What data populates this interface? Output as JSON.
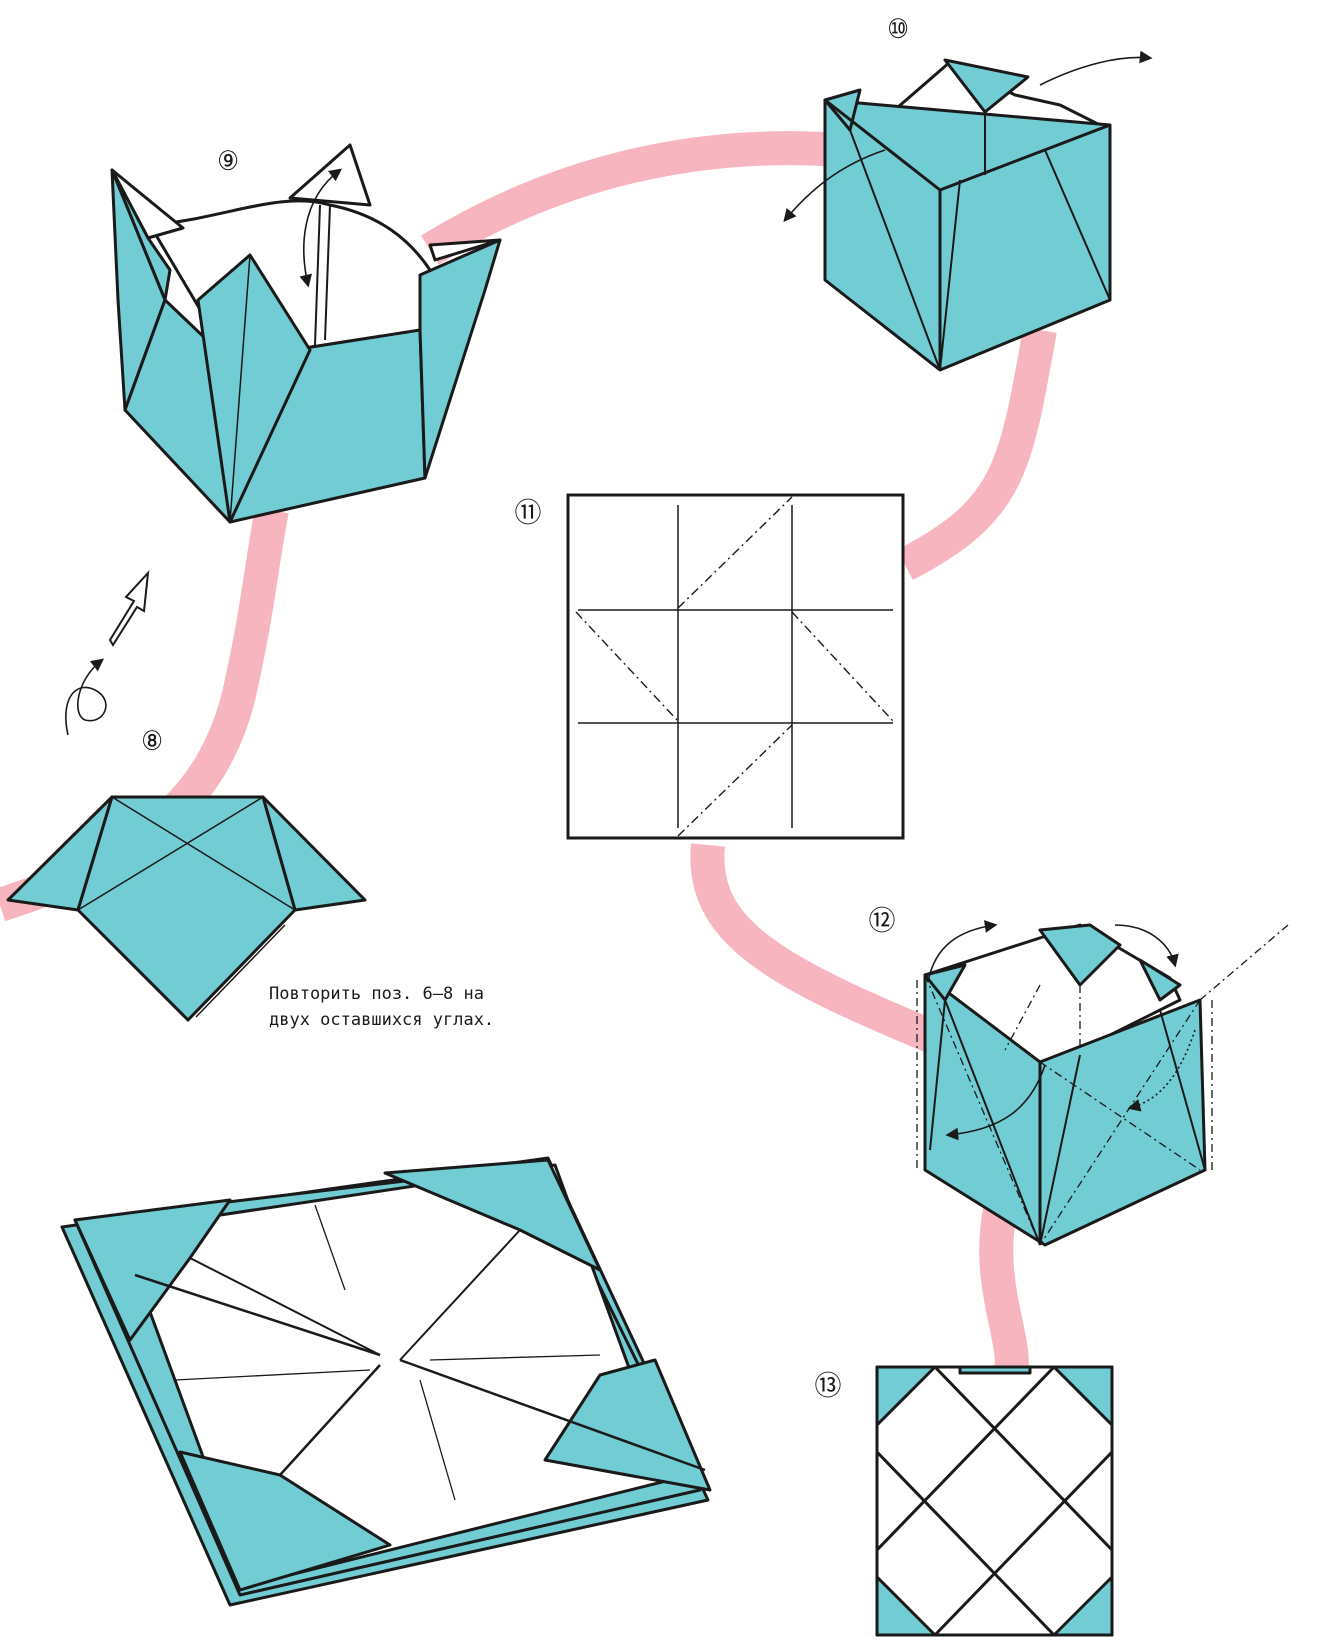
{
  "colors": {
    "paper": "#72ccd3",
    "path": "#f7b5bf",
    "line": "#1a1a1a",
    "background": "#ffffff"
  },
  "steps": [
    {
      "label": "⑧"
    },
    {
      "label": "⑨"
    },
    {
      "label": "⑩"
    },
    {
      "label": "⑪"
    },
    {
      "label": "⑫"
    },
    {
      "label": "⑬"
    }
  ],
  "note": {
    "line1": "Повторить поз. 6–8 на",
    "line2": "двух оставшихся углах."
  },
  "icons": [
    "rotate-arrow-icon",
    "turn-over-arrow-icon",
    "fold-arrow-icon",
    "open-arrow-icon"
  ]
}
